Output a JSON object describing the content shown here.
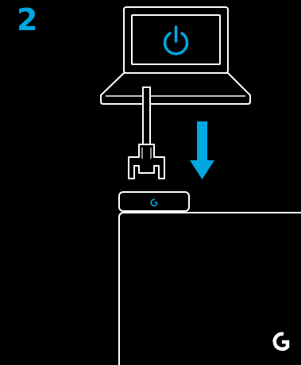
{
  "step": {
    "number": "2"
  },
  "colors": {
    "background": "#000000",
    "outline": "#ffffff",
    "accent": "#00a8e1"
  },
  "icons": {
    "laptop_screen": "power-icon",
    "receiver": "logitech-g-logo",
    "direction": "down-arrow-icon",
    "corner_brand": "logitech-g-logo"
  }
}
